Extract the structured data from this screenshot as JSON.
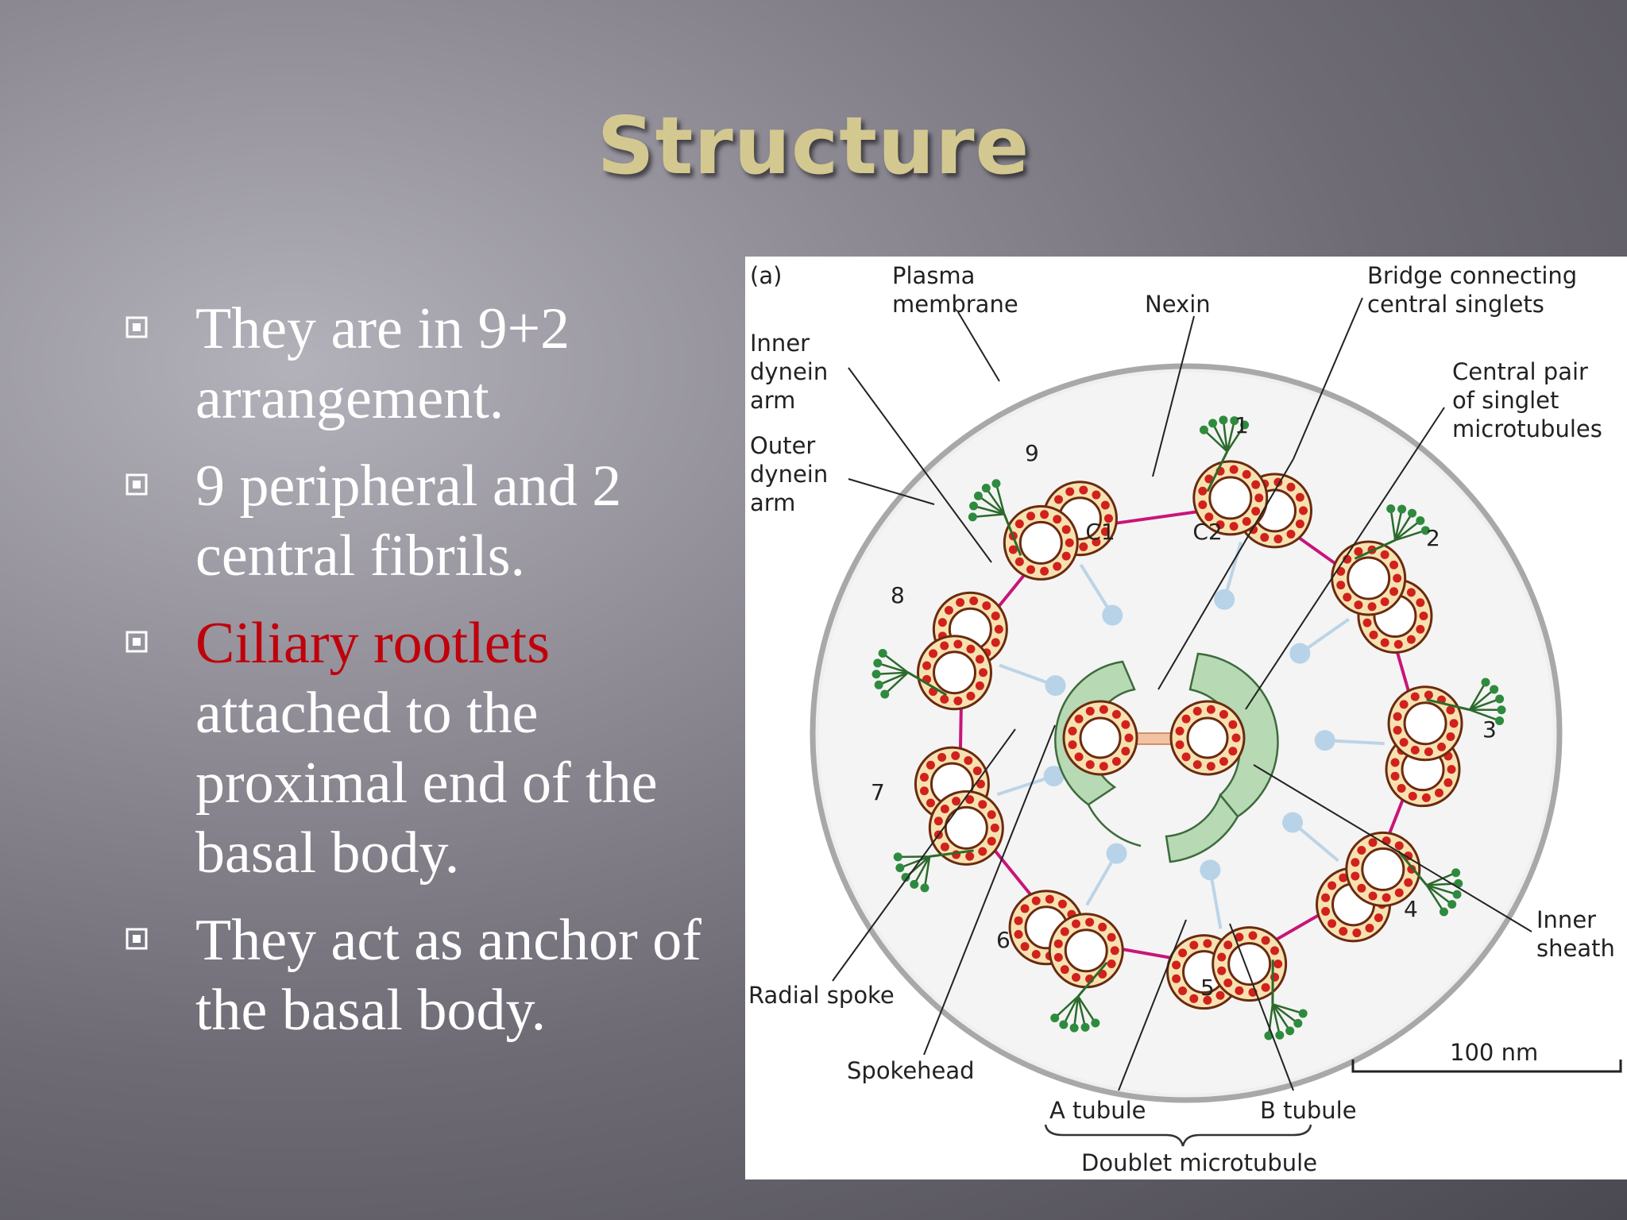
{
  "slide": {
    "title": "Structure",
    "bullets": [
      {
        "lines": [
          "They are in 9+2",
          "arrangement."
        ]
      },
      {
        "lines": [
          "9 peripheral and 2",
          "central fibrils."
        ]
      },
      {
        "lines": [
          "Ciliary rootlets",
          "attached to the",
          "proximal end of the",
          "basal body."
        ],
        "accent_line": 0
      },
      {
        "lines": [
          "They act as anchor of",
          "the basal body."
        ]
      }
    ],
    "colors": {
      "title": "#d4c891",
      "text": "#ffffff",
      "accent": "#c0000a"
    }
  },
  "figure": {
    "panel": "(a)",
    "labels": {
      "plasma_membrane": [
        "Plasma",
        "membrane"
      ],
      "nexin": "Nexin",
      "bridge": [
        "Bridge connecting",
        "central singlets"
      ],
      "inner_dynein_arm": [
        "Inner",
        "dynein",
        "arm"
      ],
      "outer_dynein_arm": [
        "Outer",
        "dynein",
        "arm"
      ],
      "central_pair": [
        "Central pair",
        "of singlet",
        "microtubules"
      ],
      "inner_sheath": [
        "Inner",
        "sheath"
      ],
      "radial_spoke": "Radial spoke",
      "spokehead": "Spokehead",
      "a_tubule": "A tubule",
      "b_tubule": "B tubule",
      "doublet": "Doublet microtubule",
      "scale": "100 nm",
      "c1": "C1",
      "c2": "C2"
    },
    "doublet_numbers": [
      "1",
      "2",
      "3",
      "4",
      "5",
      "6",
      "7",
      "8",
      "9"
    ]
  }
}
